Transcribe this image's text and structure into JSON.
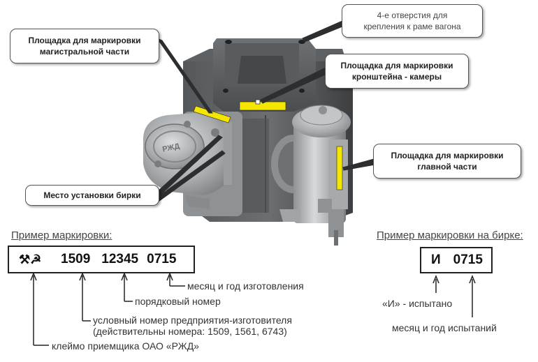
{
  "callouts": {
    "mainline": [
      "Площадка для маркировки",
      "магистральной части"
    ],
    "holes": [
      "4-е отверстия для",
      "крепления к раме вагона"
    ],
    "bracket": [
      "Площадка для маркировки",
      "кронштейна - камеры"
    ],
    "main_part": [
      "Площадка для маркировки",
      "главной части"
    ],
    "tag_place": "Место установки бирки"
  },
  "left_example": {
    "title": "Пример маркировки:",
    "plate": {
      "emblem": "⚒☭",
      "code1": "1509",
      "code2": "12345",
      "code3": "0715"
    },
    "notes": {
      "month_year": "месяц и год изготовления",
      "serial": "порядковый номер",
      "plant_line1": "условный номер предприятия-изготовителя",
      "plant_line2": "(действительны номера: 1509, 1561, 6743)",
      "stamp": "клеймо приемщика ОАО «РЖД»"
    }
  },
  "right_example": {
    "title": "Пример маркировки на бирке:",
    "plate": {
      "letter": "И",
      "code": "0715"
    },
    "notes": {
      "tested": "«И» - испытано",
      "month_year": "месяц и год испытаний"
    }
  },
  "colors": {
    "marking_pad": "#f5e600",
    "metal_dark": "#4a4d50",
    "metal_light": "#b9bcbf"
  }
}
